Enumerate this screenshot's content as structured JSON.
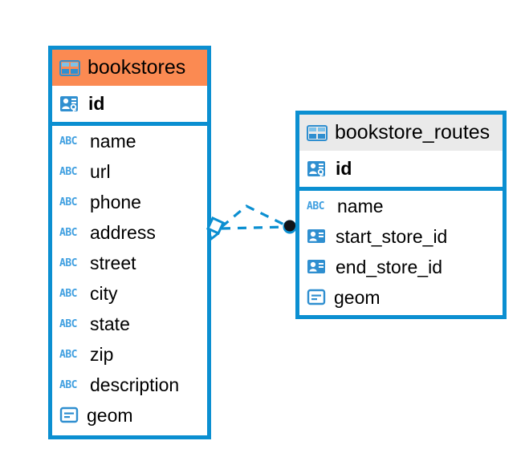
{
  "diagram": {
    "type": "entity-relationship-diagram",
    "background_color": "#ffffff",
    "accent_color": "#0b8fd1",
    "highlight_color": "#fb8a52",
    "neutral_header_color": "#eaeaea"
  },
  "entities": [
    {
      "name": "bookstores",
      "header_style": "orange",
      "primary_key": {
        "label": "id",
        "icon": "primary-key-icon"
      },
      "attributes": [
        {
          "label": "name",
          "icon": "abc-icon",
          "icon_text": "ABC"
        },
        {
          "label": "url",
          "icon": "abc-icon",
          "icon_text": "ABC"
        },
        {
          "label": "phone",
          "icon": "abc-icon",
          "icon_text": "ABC"
        },
        {
          "label": "address",
          "icon": "abc-icon",
          "icon_text": "ABC"
        },
        {
          "label": "street",
          "icon": "abc-icon",
          "icon_text": "ABC"
        },
        {
          "label": "city",
          "icon": "abc-icon",
          "icon_text": "ABC"
        },
        {
          "label": "state",
          "icon": "abc-icon",
          "icon_text": "ABC"
        },
        {
          "label": "zip",
          "icon": "abc-icon",
          "icon_text": "ABC"
        },
        {
          "label": "description",
          "icon": "abc-icon",
          "icon_text": "ABC"
        },
        {
          "label": "geom",
          "icon": "geometry-icon"
        }
      ]
    },
    {
      "name": "bookstore_routes",
      "header_style": "gray",
      "primary_key": {
        "label": "id",
        "icon": "primary-key-icon"
      },
      "attributes": [
        {
          "label": "name",
          "icon": "abc-icon",
          "icon_text": "ABC"
        },
        {
          "label": "start_store_id",
          "icon": "foreign-key-icon"
        },
        {
          "label": "end_store_id",
          "icon": "foreign-key-icon"
        },
        {
          "label": "geom",
          "icon": "geometry-icon"
        }
      ]
    }
  ],
  "relationship": {
    "from_entity": "bookstores",
    "to_entity": "bookstore_routes",
    "line_style": "dashed",
    "line_color": "#0b8fd1",
    "source_marker": "crows-foot-diamond",
    "target_marker": "filled-circle"
  }
}
